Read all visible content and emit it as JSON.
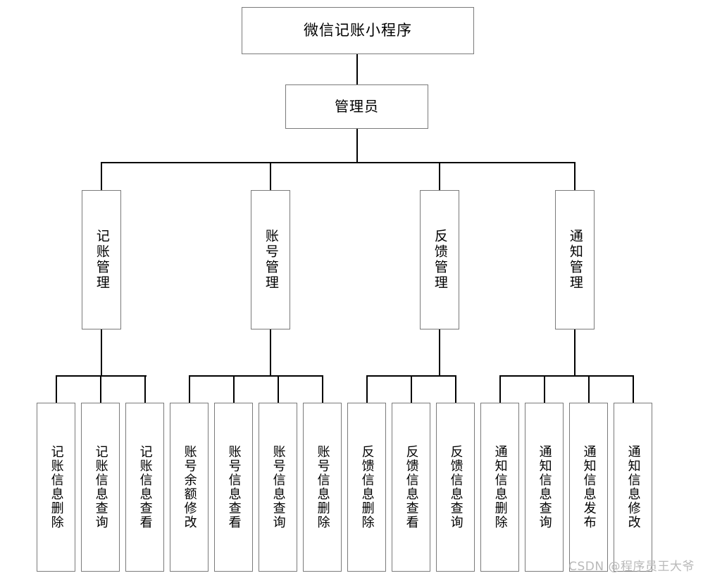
{
  "diagram": {
    "type": "tree",
    "title_node": "微信记账小程序",
    "root": {
      "label": "微信记账小程序"
    },
    "level1": {
      "label": "管理员"
    },
    "level2": [
      {
        "label": "记账管理"
      },
      {
        "label": "账号管理"
      },
      {
        "label": "反馈管理"
      },
      {
        "label": "通知管理"
      }
    ],
    "leaves": [
      {
        "label": "记账信息删除",
        "parent": "记账管理"
      },
      {
        "label": "记账信息查询",
        "parent": "记账管理"
      },
      {
        "label": "记账信息查看",
        "parent": "记账管理"
      },
      {
        "label": "账号余额修改",
        "parent": "账号管理"
      },
      {
        "label": "账号信息查看",
        "parent": "账号管理"
      },
      {
        "label": "账号信息查询",
        "parent": "账号管理"
      },
      {
        "label": "账号信息删除",
        "parent": "账号管理"
      },
      {
        "label": "反馈信息删除",
        "parent": "反馈管理"
      },
      {
        "label": "反馈信息查看",
        "parent": "反馈管理"
      },
      {
        "label": "反馈信息查询",
        "parent": "反馈管理"
      },
      {
        "label": "通知信息删除",
        "parent": "通知管理"
      },
      {
        "label": "通知信息查询",
        "parent": "通知管理"
      },
      {
        "label": "通知信息发布",
        "parent": "通知管理"
      },
      {
        "label": "通知信息修改",
        "parent": "通知管理"
      }
    ]
  },
  "watermark": {
    "text": "CSDN @程序员王大爷"
  },
  "colors": {
    "box_border": "#7a7a7a",
    "line": "#000000",
    "background": "#ffffff",
    "text": "#000000",
    "watermark": "#b9b9b9"
  }
}
